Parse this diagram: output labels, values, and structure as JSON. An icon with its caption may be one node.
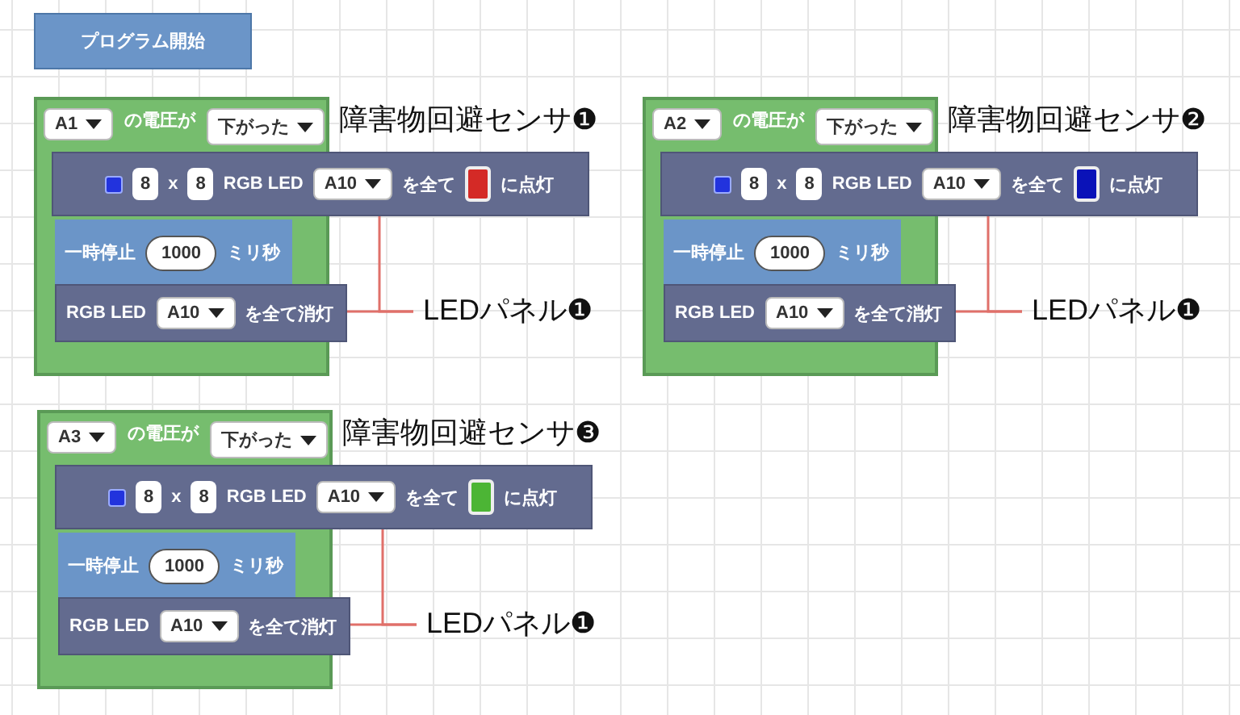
{
  "diagram": {
    "nodes": [
      {
        "text": [
          "プログラム開始"
        ]
      },
      {
        "text": [
          "A1",
          "の電圧が",
          "下がった"
        ],
        "beside": [
          "障害物回避センサ❶"
        ]
      },
      {
        "text": [
          "8",
          "x",
          "8",
          "RGB LED",
          "A10",
          "を全て",
          "に点灯"
        ]
      },
      {
        "text": [
          "一時停止",
          "1000",
          "ミリ秒"
        ],
        "in": 1
      },
      {
        "text": [
          "RGB LED",
          "A10",
          "を全て消灯"
        ],
        "in": 1
      },
      {
        "text": [
          "LEDパネル❶"
        ]
      },
      {
        "text": [
          "A2",
          "の電圧が",
          "下がった"
        ],
        "beside": [
          "障害物回避センサ❷"
        ]
      },
      {
        "text": [
          "8",
          "x",
          "8",
          "RGB LED",
          "A10",
          "を全て",
          "に点灯"
        ]
      },
      {
        "text": [
          "一時停止",
          "1000",
          "ミリ秒"
        ],
        "in": 6
      },
      {
        "text": [
          "RGB LED",
          "A10",
          "を全て消灯"
        ],
        "in": 6
      },
      {
        "text": [
          "LEDパネル❶"
        ]
      },
      {
        "text": [
          "A3",
          "の電圧が",
          "下がった"
        ],
        "beside": [
          "障害物回避センサ❸"
        ]
      },
      {
        "text": [
          "8",
          "x",
          "8",
          "RGB LED",
          "A10",
          "を全て",
          "に点灯"
        ]
      },
      {
        "text": [
          "一時停止",
          "1000",
          "ミリ秒"
        ],
        "in": 11
      },
      {
        "text": [
          "RGB LED",
          "A10",
          "を全て消灯"
        ],
        "in": 11
      },
      {
        "text": [
          "LEDパネル❶"
        ]
      }
    ],
    "edges": [
      {
        "from": 5,
        "to": 2,
        "arrow": "none"
      },
      {
        "from": 5,
        "to": 4,
        "arrow": "none"
      },
      {
        "from": 10,
        "to": 7,
        "arrow": "none"
      },
      {
        "from": 10,
        "to": 9,
        "arrow": "none"
      },
      {
        "from": 15,
        "to": 12,
        "arrow": "none"
      },
      {
        "from": 15,
        "to": 14,
        "arrow": "none"
      }
    ]
  }
}
